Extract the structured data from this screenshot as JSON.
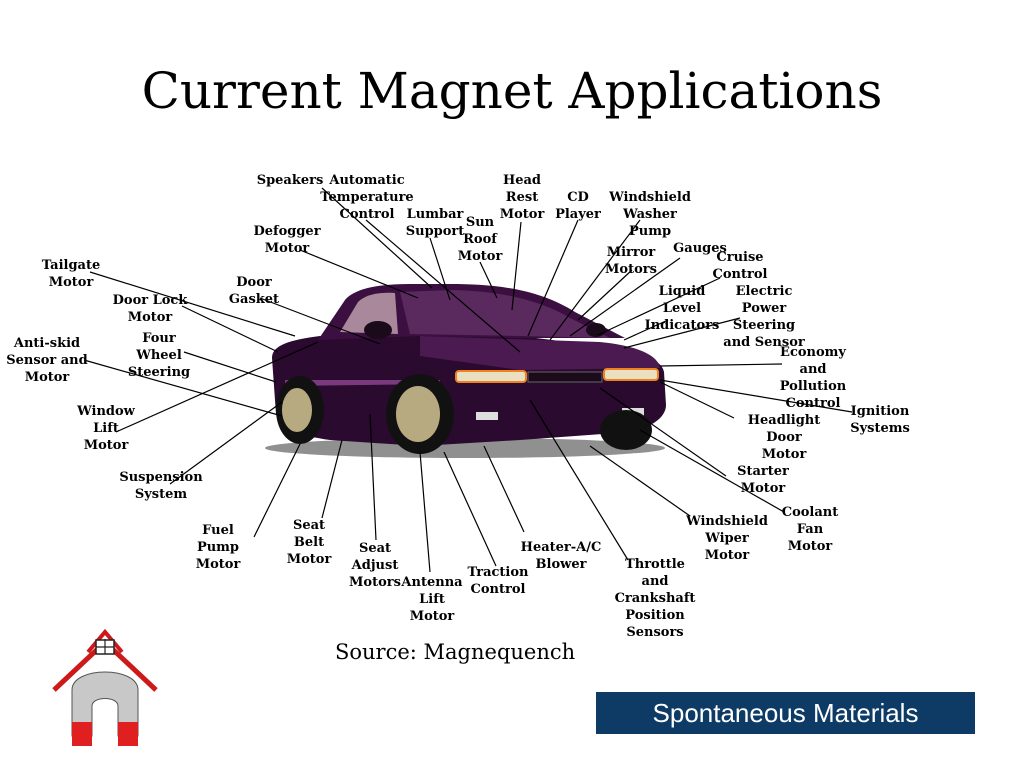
{
  "title": "Current Magnet Applications",
  "source": "Source: Magnequench",
  "banner": "Spontaneous Materials",
  "colors": {
    "car_body": "#2a0a2e",
    "car_highlight": "#7a3a7e",
    "banner_bg": "#0e3a66",
    "home_roof": "#cc1a1a",
    "magnet_tips": "#e02020"
  },
  "icons": {
    "home": "house-magnet-icon"
  },
  "labels": {
    "speakers": "Speakers",
    "automatic_temperature_control": "Automatic\nTemperature\nControl",
    "head_rest_motor": "Head\nRest\nMotor",
    "cd_player": "CD\nPlayer",
    "windshield_washer_pump": "Windshield\nWasher\nPump",
    "defogger_motor": "Defogger\nMotor",
    "lumbar_support": "Lumbar\nSupport",
    "sun_roof_motor": "Sun\nRoof\nMotor",
    "mirror_motors": "Mirror\nMotors",
    "gauges": "Gauges",
    "cruise_control": "Cruise\nControl",
    "tailgate_motor": "Tailgate\nMotor",
    "door_gasket": "Door\nGasket",
    "liquid_level_indicators": "Liquid\nLevel\nIndicators",
    "electric_power_steering": "Electric\nPower\nSteering\nand Sensor",
    "door_lock_motor": "Door Lock\nMotor",
    "four_wheel_steering": "Four\nWheel\nSteering",
    "anti_skid_sensor": "Anti-skid\nSensor and\nMotor",
    "economy_pollution_control": "Economy\nand\nPollution\nControl",
    "ignition_systems": "Ignition\nSystems",
    "window_lift_motor": "Window\nLift\nMotor",
    "headlight_door_motor": "Headlight\nDoor\nMotor",
    "starter_motor": "Starter\nMotor",
    "suspension_system": "Suspension\nSystem",
    "coolant_fan_motor": "Coolant\nFan\nMotor",
    "fuel_pump_motor": "Fuel\nPump\nMotor",
    "seat_belt_motor": "Seat\nBelt\nMotor",
    "seat_adjust_motors": "Seat\nAdjust\nMotors",
    "antenna_lift_motor": "Antenna\nLift\nMotor",
    "traction_control": "Traction\nControl",
    "heater_ac_blower": "Heater-A/C\nBlower",
    "throttle_crankshaft": "Throttle\nand\nCrankshaft\nPosition\nSensors",
    "windshield_wiper_motor": "Windshield\nWiper\nMotor"
  }
}
